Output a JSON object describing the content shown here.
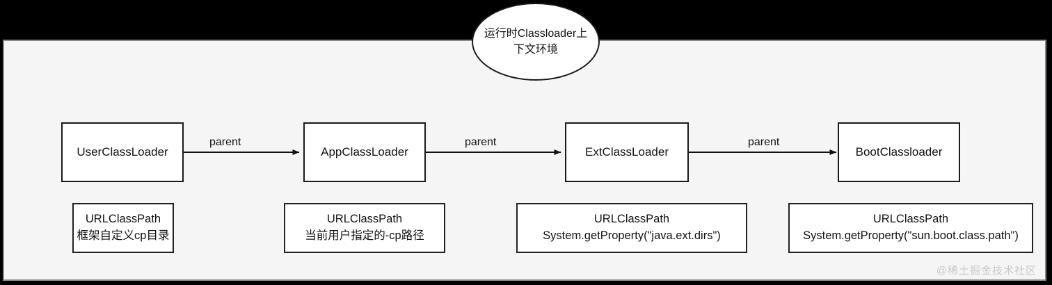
{
  "diagram": {
    "title_bubble": "运行时Classloader上下文环境",
    "watermark": "@稀土掘金技术社区",
    "colors": {
      "band": "#000000",
      "canvas": "#f5f5f5",
      "node_fill": "#ffffff",
      "node_stroke": "#1a1a1a",
      "text": "#121212",
      "watermark": "#c9c9c9"
    },
    "loaders": [
      {
        "name": "UserClassLoader"
      },
      {
        "name": "AppClassLoader"
      },
      {
        "name": "ExtClassLoader"
      },
      {
        "name": "BootClassloader"
      }
    ],
    "classpaths": [
      {
        "line1": "URLClassPath",
        "line2": "框架自定义cp目录"
      },
      {
        "line1": "URLClassPath",
        "line2": "当前用户指定的-cp路径"
      },
      {
        "line1": "URLClassPath",
        "line2": "System.getProperty(\"java.ext.dirs\")"
      },
      {
        "line1": "URLClassPath",
        "line2": "System.getProperty(\"sun.boot.class.path\")"
      }
    ],
    "edges": [
      {
        "label": "parent",
        "from": "UserClassLoader",
        "to": "AppClassLoader"
      },
      {
        "label": "parent",
        "from": "AppClassLoader",
        "to": "ExtClassLoader"
      },
      {
        "label": "parent",
        "from": "ExtClassLoader",
        "to": "BootClassloader"
      }
    ]
  }
}
